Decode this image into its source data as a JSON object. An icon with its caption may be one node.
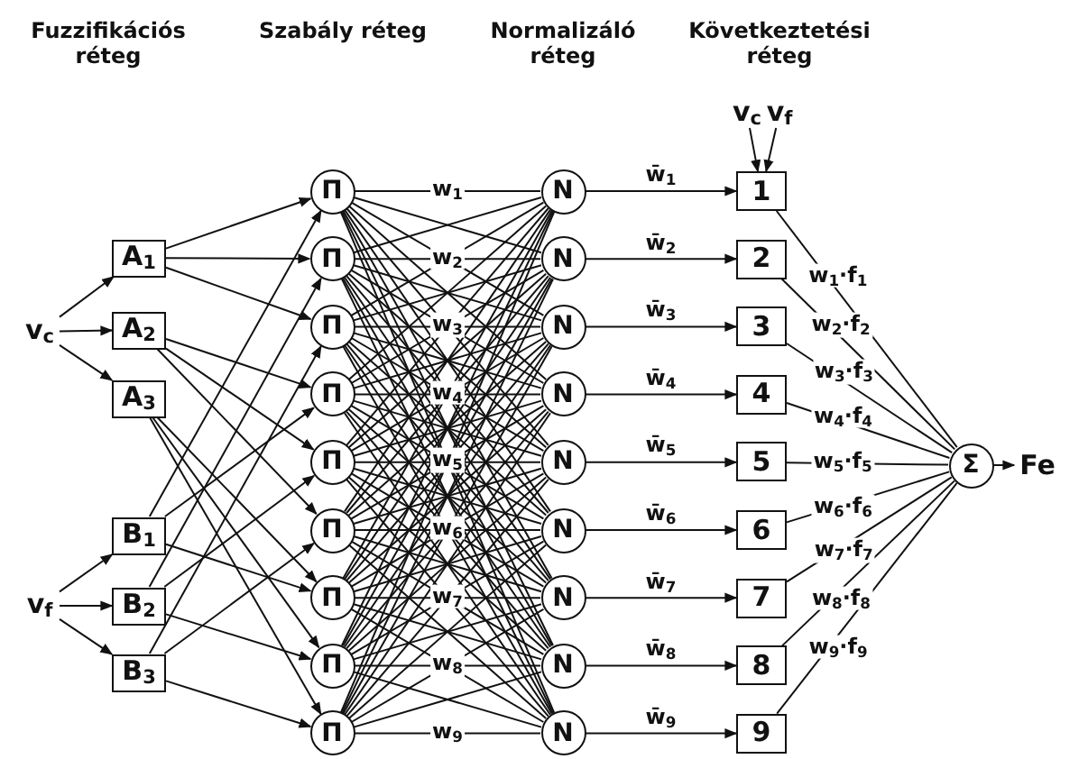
{
  "diagram": {
    "nodes": [
      {
        "text": [
          "v$_{c}$"
        ]
      },
      {
        "text": [
          "v$_{f}$"
        ]
      },
      {
        "text": [
          "A$_{1}$"
        ]
      },
      {
        "text": [
          "A$_{2}$"
        ]
      },
      {
        "text": [
          "A$_{3}$"
        ]
      },
      {
        "text": [
          "B$_{1}$"
        ]
      },
      {
        "text": [
          "B$_{2}$"
        ]
      },
      {
        "text": [
          "B$_{3}$"
        ]
      },
      {
        "text": [
          "Π"
        ]
      },
      {
        "text": [
          "Π"
        ]
      },
      {
        "text": [
          "Π"
        ]
      },
      {
        "text": [
          "Π"
        ]
      },
      {
        "text": [
          "Π"
        ]
      },
      {
        "text": [
          "Π"
        ]
      },
      {
        "text": [
          "Π"
        ]
      },
      {
        "text": [
          "Π"
        ]
      },
      {
        "text": [
          "Π"
        ]
      },
      {
        "text": [
          "N"
        ]
      },
      {
        "text": [
          "N"
        ]
      },
      {
        "text": [
          "N"
        ]
      },
      {
        "text": [
          "N"
        ]
      },
      {
        "text": [
          "N"
        ]
      },
      {
        "text": [
          "N"
        ]
      },
      {
        "text": [
          "N"
        ]
      },
      {
        "text": [
          "N"
        ]
      },
      {
        "text": [
          "N"
        ]
      },
      {
        "text": [
          "v$_{c}$"
        ]
      },
      {
        "text": [
          "v$_{f}$"
        ]
      },
      {
        "text": [
          "1"
        ]
      },
      {
        "text": [
          "2"
        ]
      },
      {
        "text": [
          "3"
        ]
      },
      {
        "text": [
          "4"
        ]
      },
      {
        "text": [
          "5"
        ]
      },
      {
        "text": [
          "6"
        ]
      },
      {
        "text": [
          "7"
        ]
      },
      {
        "text": [
          "8"
        ]
      },
      {
        "text": [
          "9"
        ]
      },
      {
        "text": [
          "Σ"
        ]
      },
      {
        "text": [
          "Fe"
        ]
      }
    ],
    "edges": [
      {
        "from": 0,
        "to": 2,
        "arrow": "to"
      },
      {
        "from": 0,
        "to": 3,
        "arrow": "to"
      },
      {
        "from": 0,
        "to": 4,
        "arrow": "to"
      },
      {
        "from": 1,
        "to": 5,
        "arrow": "to"
      },
      {
        "from": 1,
        "to": 6,
        "arrow": "to"
      },
      {
        "from": 1,
        "to": 7,
        "arrow": "to"
      },
      {
        "from": 2,
        "to": 8,
        "arrow": "to"
      },
      {
        "from": 2,
        "to": 9,
        "arrow": "to"
      },
      {
        "from": 2,
        "to": 10,
        "arrow": "to"
      },
      {
        "from": 3,
        "to": 11,
        "arrow": "to"
      },
      {
        "from": 3,
        "to": 12,
        "arrow": "to"
      },
      {
        "from": 3,
        "to": 13,
        "arrow": "to"
      },
      {
        "from": 4,
        "to": 14,
        "arrow": "to"
      },
      {
        "from": 4,
        "to": 15,
        "arrow": "to"
      },
      {
        "from": 4,
        "to": 16,
        "arrow": "to"
      },
      {
        "from": 5,
        "to": 8,
        "arrow": "to"
      },
      {
        "from": 5,
        "to": 11,
        "arrow": "to"
      },
      {
        "from": 5,
        "to": 14,
        "arrow": "to"
      },
      {
        "from": 6,
        "to": 9,
        "arrow": "to"
      },
      {
        "from": 6,
        "to": 12,
        "arrow": "to"
      },
      {
        "from": 6,
        "to": 15,
        "arrow": "to"
      },
      {
        "from": 7,
        "to": 10,
        "arrow": "to"
      },
      {
        "from": 7,
        "to": 13,
        "arrow": "to"
      },
      {
        "from": 7,
        "to": 16,
        "arrow": "to"
      },
      {
        "from": 8,
        "to": 17,
        "arrow": "none",
        "label": "w$_{1}$"
      },
      {
        "from": 8,
        "to": 18,
        "arrow": "none"
      },
      {
        "from": 8,
        "to": 19,
        "arrow": "none"
      },
      {
        "from": 8,
        "to": 20,
        "arrow": "none"
      },
      {
        "from": 8,
        "to": 21,
        "arrow": "none"
      },
      {
        "from": 8,
        "to": 22,
        "arrow": "none"
      },
      {
        "from": 8,
        "to": 23,
        "arrow": "none"
      },
      {
        "from": 8,
        "to": 24,
        "arrow": "none"
      },
      {
        "from": 8,
        "to": 25,
        "arrow": "none"
      },
      {
        "from": 9,
        "to": 17,
        "arrow": "none"
      },
      {
        "from": 9,
        "to": 18,
        "arrow": "none",
        "label": "w$_{2}$"
      },
      {
        "from": 9,
        "to": 19,
        "arrow": "none"
      },
      {
        "from": 9,
        "to": 20,
        "arrow": "none"
      },
      {
        "from": 9,
        "to": 21,
        "arrow": "none"
      },
      {
        "from": 9,
        "to": 22,
        "arrow": "none"
      },
      {
        "from": 9,
        "to": 23,
        "arrow": "none"
      },
      {
        "from": 9,
        "to": 24,
        "arrow": "none"
      },
      {
        "from": 9,
        "to": 25,
        "arrow": "none"
      },
      {
        "from": 10,
        "to": 17,
        "arrow": "none"
      },
      {
        "from": 10,
        "to": 18,
        "arrow": "none"
      },
      {
        "from": 10,
        "to": 19,
        "arrow": "none",
        "label": "w$_{3}$"
      },
      {
        "from": 10,
        "to": 20,
        "arrow": "none"
      },
      {
        "from": 10,
        "to": 21,
        "arrow": "none"
      },
      {
        "from": 10,
        "to": 22,
        "arrow": "none"
      },
      {
        "from": 10,
        "to": 23,
        "arrow": "none"
      },
      {
        "from": 10,
        "to": 24,
        "arrow": "none"
      },
      {
        "from": 10,
        "to": 25,
        "arrow": "none"
      },
      {
        "from": 11,
        "to": 17,
        "arrow": "none"
      },
      {
        "from": 11,
        "to": 18,
        "arrow": "none"
      },
      {
        "from": 11,
        "to": 19,
        "arrow": "none"
      },
      {
        "from": 11,
        "to": 20,
        "arrow": "none",
        "label": "w$_{4}$"
      },
      {
        "from": 11,
        "to": 21,
        "arrow": "none"
      },
      {
        "from": 11,
        "to": 22,
        "arrow": "none"
      },
      {
        "from": 11,
        "to": 23,
        "arrow": "none"
      },
      {
        "from": 11,
        "to": 24,
        "arrow": "none"
      },
      {
        "from": 11,
        "to": 25,
        "arrow": "none"
      },
      {
        "from": 12,
        "to": 17,
        "arrow": "none"
      },
      {
        "from": 12,
        "to": 18,
        "arrow": "none"
      },
      {
        "from": 12,
        "to": 19,
        "arrow": "none"
      },
      {
        "from": 12,
        "to": 20,
        "arrow": "none"
      },
      {
        "from": 12,
        "to": 21,
        "arrow": "none",
        "label": "w$_{5}$"
      },
      {
        "from": 12,
        "to": 22,
        "arrow": "none"
      },
      {
        "from": 12,
        "to": 23,
        "arrow": "none"
      },
      {
        "from": 12,
        "to": 24,
        "arrow": "none"
      },
      {
        "from": 12,
        "to": 25,
        "arrow": "none"
      },
      {
        "from": 13,
        "to": 17,
        "arrow": "none"
      },
      {
        "from": 13,
        "to": 18,
        "arrow": "none"
      },
      {
        "from": 13,
        "to": 19,
        "arrow": "none"
      },
      {
        "from": 13,
        "to": 20,
        "arrow": "none"
      },
      {
        "from": 13,
        "to": 21,
        "arrow": "none"
      },
      {
        "from": 13,
        "to": 22,
        "arrow": "none",
        "label": "w$_{6}$"
      },
      {
        "from": 13,
        "to": 23,
        "arrow": "none"
      },
      {
        "from": 13,
        "to": 24,
        "arrow": "none"
      },
      {
        "from": 13,
        "to": 25,
        "arrow": "none"
      },
      {
        "from": 14,
        "to": 17,
        "arrow": "none"
      },
      {
        "from": 14,
        "to": 18,
        "arrow": "none"
      },
      {
        "from": 14,
        "to": 19,
        "arrow": "none"
      },
      {
        "from": 14,
        "to": 20,
        "arrow": "none"
      },
      {
        "from": 14,
        "to": 21,
        "arrow": "none"
      },
      {
        "from": 14,
        "to": 22,
        "arrow": "none"
      },
      {
        "from": 14,
        "to": 23,
        "arrow": "none",
        "label": "w$_{7}$"
      },
      {
        "from": 14,
        "to": 24,
        "arrow": "none"
      },
      {
        "from": 14,
        "to": 25,
        "arrow": "none"
      },
      {
        "from": 15,
        "to": 17,
        "arrow": "none"
      },
      {
        "from": 15,
        "to": 18,
        "arrow": "none"
      },
      {
        "from": 15,
        "to": 19,
        "arrow": "none"
      },
      {
        "from": 15,
        "to": 20,
        "arrow": "none"
      },
      {
        "from": 15,
        "to": 21,
        "arrow": "none"
      },
      {
        "from": 15,
        "to": 22,
        "arrow": "none"
      },
      {
        "from": 15,
        "to": 23,
        "arrow": "none"
      },
      {
        "from": 15,
        "to": 24,
        "arrow": "none",
        "label": "w$_{8}$"
      },
      {
        "from": 15,
        "to": 25,
        "arrow": "none"
      },
      {
        "from": 16,
        "to": 17,
        "arrow": "none"
      },
      {
        "from": 16,
        "to": 18,
        "arrow": "none"
      },
      {
        "from": 16,
        "to": 19,
        "arrow": "none"
      },
      {
        "from": 16,
        "to": 20,
        "arrow": "none"
      },
      {
        "from": 16,
        "to": 21,
        "arrow": "none"
      },
      {
        "from": 16,
        "to": 22,
        "arrow": "none"
      },
      {
        "from": 16,
        "to": 23,
        "arrow": "none"
      },
      {
        "from": 16,
        "to": 24,
        "arrow": "none"
      },
      {
        "from": 16,
        "to": 25,
        "arrow": "none",
        "label": "w$_{9}$"
      },
      {
        "from": 17,
        "to": 28,
        "arrow": "to",
        "label": "w̄$_{1}$"
      },
      {
        "from": 18,
        "to": 29,
        "arrow": "to",
        "label": "w̄$_{2}$"
      },
      {
        "from": 19,
        "to": 30,
        "arrow": "to",
        "label": "w̄$_{3}$"
      },
      {
        "from": 20,
        "to": 31,
        "arrow": "to",
        "label": "w̄$_{4}$"
      },
      {
        "from": 21,
        "to": 32,
        "arrow": "to",
        "label": "w̄$_{5}$"
      },
      {
        "from": 22,
        "to": 33,
        "arrow": "to",
        "label": "w̄$_{6}$"
      },
      {
        "from": 23,
        "to": 34,
        "arrow": "to",
        "label": "w̄$_{7}$"
      },
      {
        "from": 24,
        "to": 35,
        "arrow": "to",
        "label": "w̄$_{8}$"
      },
      {
        "from": 25,
        "to": 36,
        "arrow": "to",
        "label": "w̄$_{9}$"
      },
      {
        "from": 26,
        "to": 28,
        "arrow": "to"
      },
      {
        "from": 27,
        "to": 28,
        "arrow": "to"
      },
      {
        "from": 28,
        "to": 37,
        "arrow": "none",
        "label": "w$_{1}$·f$_{1}$"
      },
      {
        "from": 29,
        "to": 37,
        "arrow": "none",
        "label": "w$_{2}$·f$_{2}$"
      },
      {
        "from": 30,
        "to": 37,
        "arrow": "none",
        "label": "w$_{3}$·f$_{3}$"
      },
      {
        "from": 31,
        "to": 37,
        "arrow": "none",
        "label": "w$_{4}$·f$_{4}$"
      },
      {
        "from": 32,
        "to": 37,
        "arrow": "none",
        "label": "w$_{5}$·f$_{5}$"
      },
      {
        "from": 33,
        "to": 37,
        "arrow": "none",
        "label": "w$_{6}$·f$_{6}$"
      },
      {
        "from": 34,
        "to": 37,
        "arrow": "none",
        "label": "w$_{7}$·f$_{7}$"
      },
      {
        "from": 35,
        "to": 37,
        "arrow": "none",
        "label": "w$_{8}$·f$_{8}$"
      },
      {
        "from": 36,
        "to": 37,
        "arrow": "none",
        "label": "w$_{9}$·f$_{9}$"
      },
      {
        "from": 37,
        "to": 38,
        "arrow": "to"
      }
    ],
    "labels": [
      "Fuzzifikációs réteg",
      "Szabály réteg",
      "Normalizáló réteg",
      "Következtetési réteg"
    ]
  }
}
